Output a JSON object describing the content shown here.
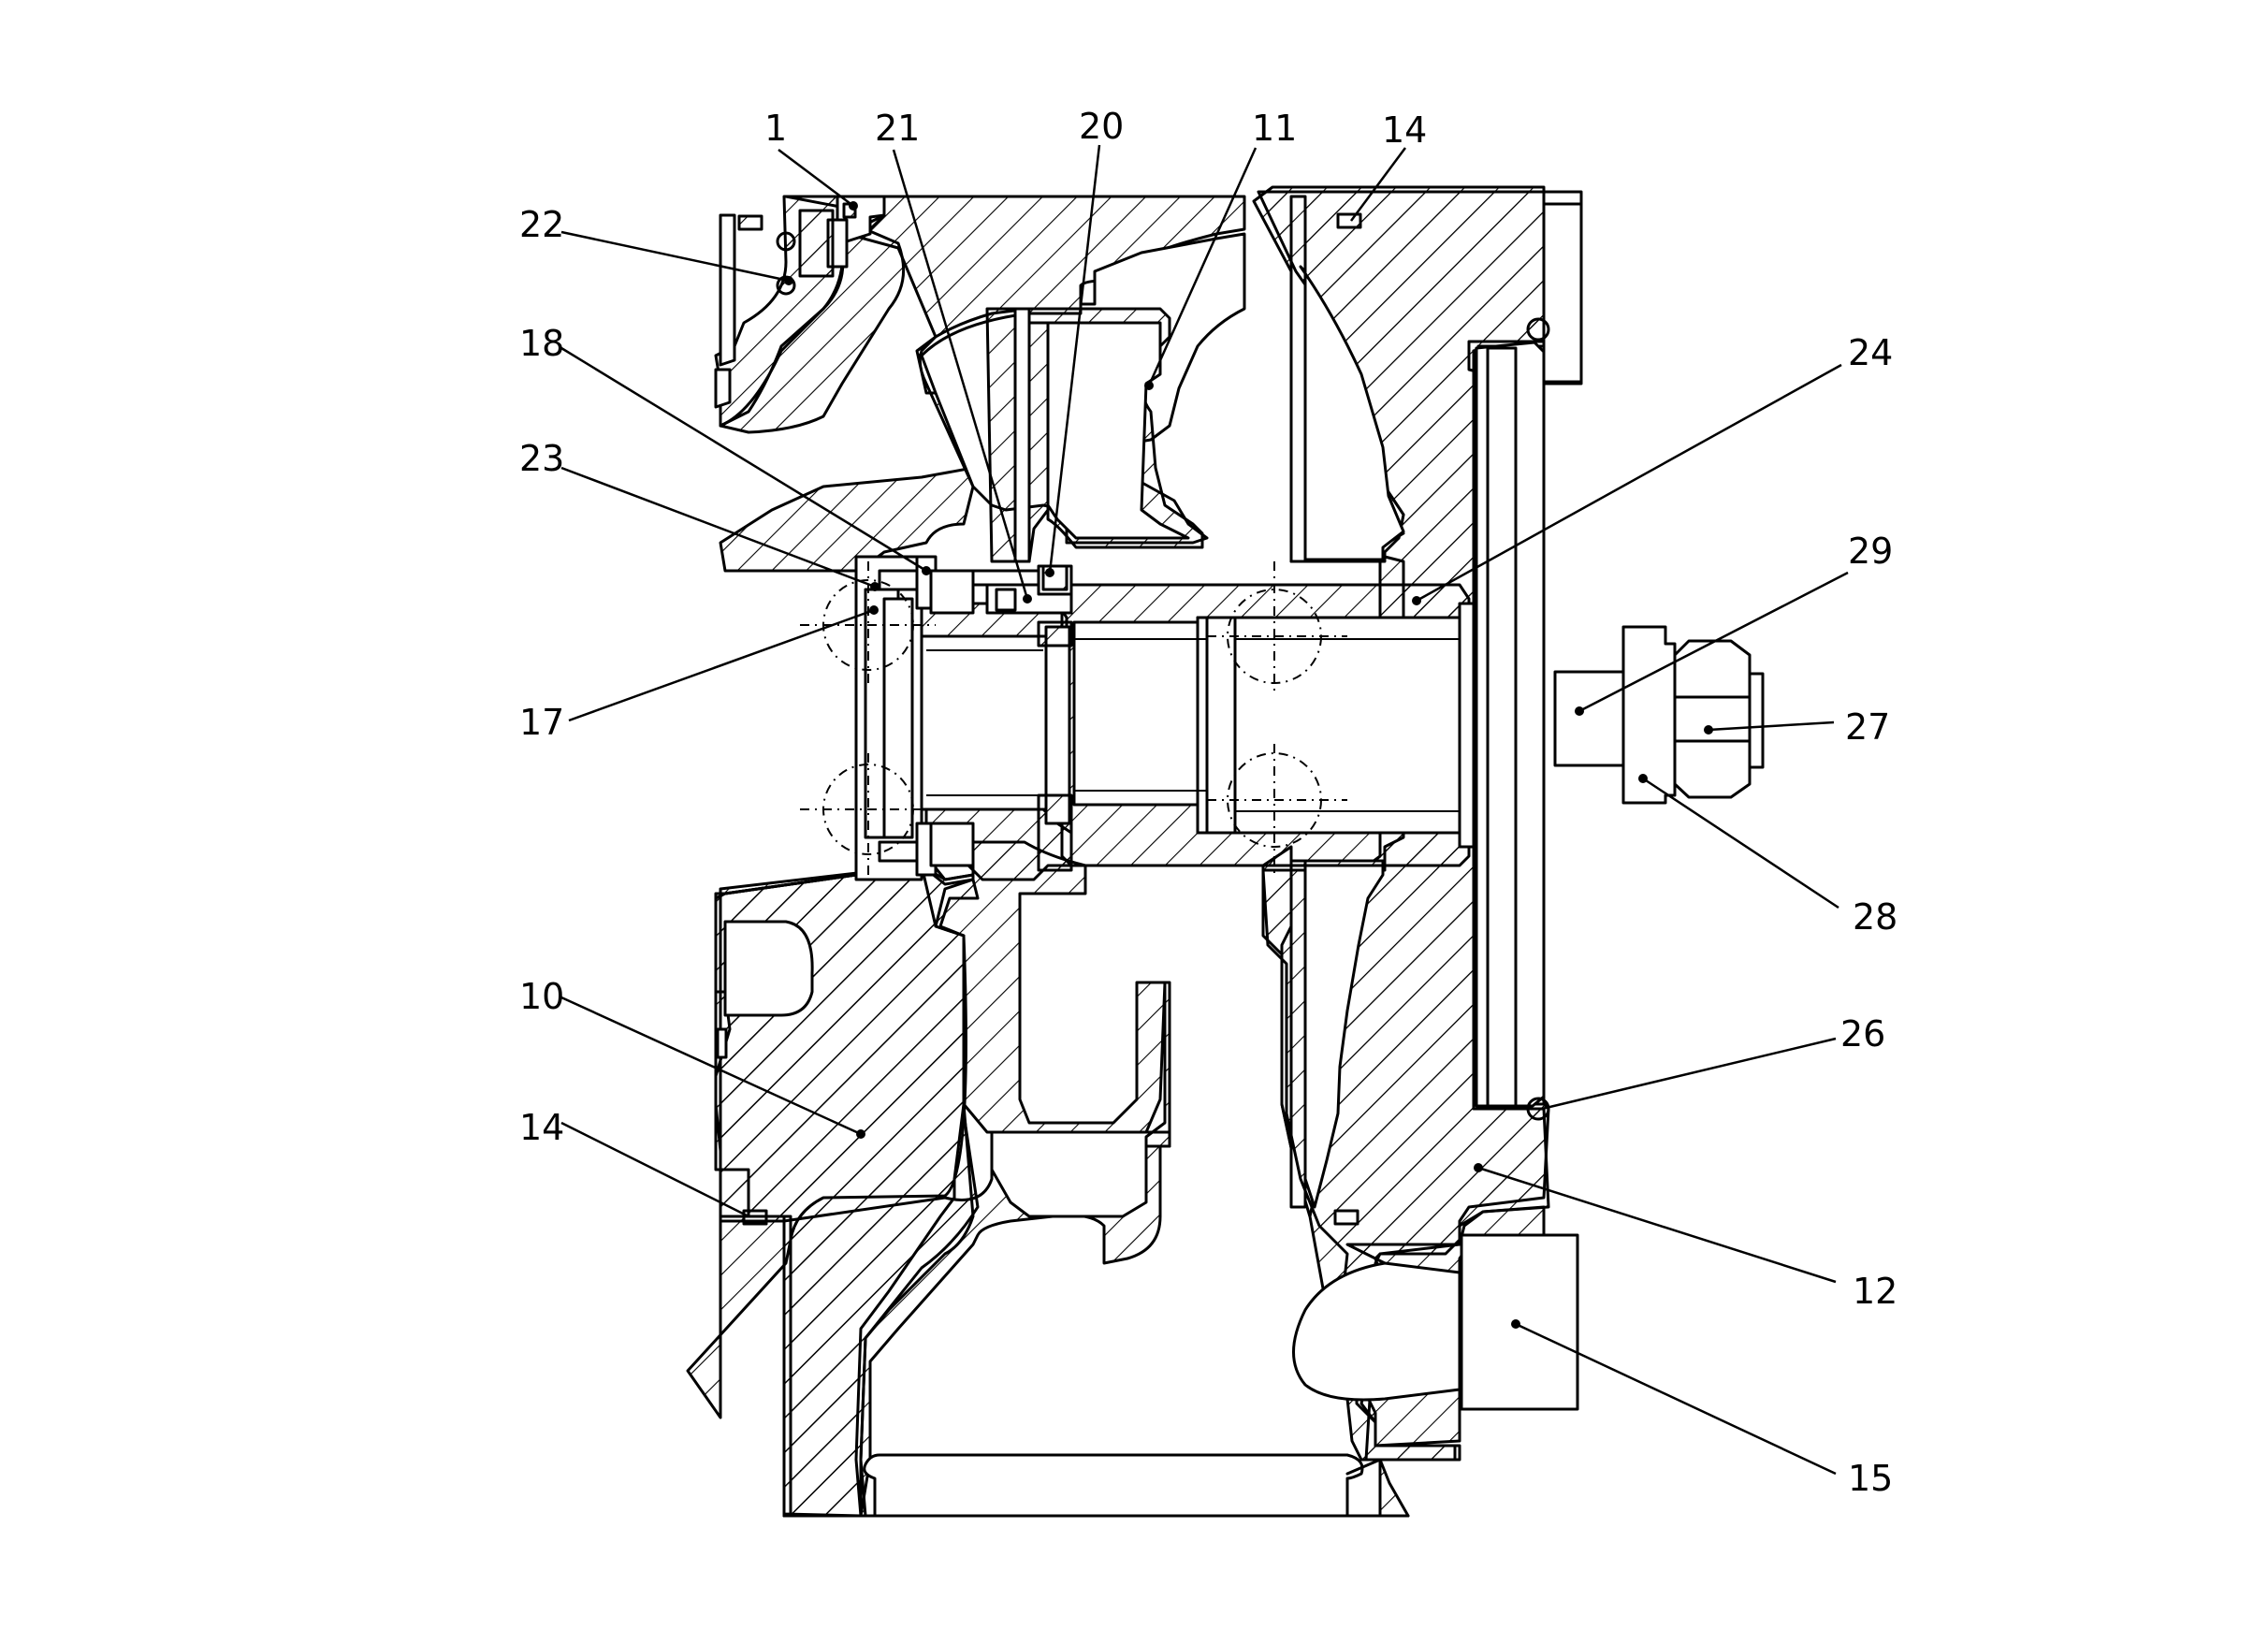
{
  "callouts": [
    {
      "id": "c1",
      "label": "1"
    },
    {
      "id": "c21",
      "label": "21"
    },
    {
      "id": "c20",
      "label": "20"
    },
    {
      "id": "c11",
      "label": "11"
    },
    {
      "id": "c14top",
      "label": "14"
    },
    {
      "id": "c22",
      "label": "22"
    },
    {
      "id": "c18",
      "label": "18"
    },
    {
      "id": "c23",
      "label": "23"
    },
    {
      "id": "c17",
      "label": "17"
    },
    {
      "id": "c24",
      "label": "24"
    },
    {
      "id": "c29",
      "label": "29"
    },
    {
      "id": "c27",
      "label": "27"
    },
    {
      "id": "c28",
      "label": "28"
    },
    {
      "id": "c10",
      "label": "10"
    },
    {
      "id": "c14bot",
      "label": "14"
    },
    {
      "id": "c26",
      "label": "26"
    },
    {
      "id": "c12",
      "label": "12"
    },
    {
      "id": "c15",
      "label": "15"
    }
  ]
}
